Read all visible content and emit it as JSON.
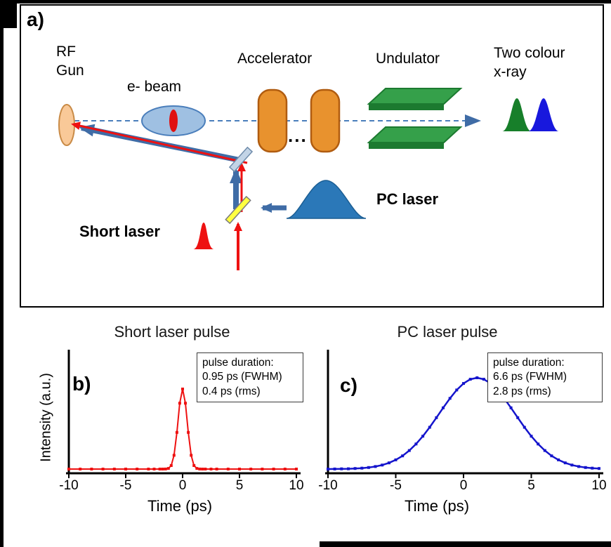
{
  "colors": {
    "arrow_blue": "#3f6ca6",
    "beam_dash_blue": "#4a7ebb",
    "accelerator_orange": "#e8922e",
    "rf_gun_peach": "#f9c998",
    "ebeam_fill": "#9fc0e2",
    "undulator_green": "#35a04a",
    "xray_green": "#177f2a",
    "xray_blue": "#1818dd",
    "laser_red": "#ee1111",
    "pc_laser_blue": "#2b78b8",
    "mirror_yellow": "#ffff40",
    "mirror_gray_blue": "#c3d4e6"
  },
  "panel_a": {
    "label": "a)",
    "rf_gun": "RF\nGun",
    "ebeam": "e- beam",
    "accelerator": "Accelerator",
    "dots": "...",
    "undulator": "Undulator",
    "xray": "Two colour\nx-ray",
    "pc_laser": "PC laser",
    "short_laser": "Short laser"
  },
  "panel_b": {
    "label": "b)",
    "title": "Short laser pulse",
    "ylabel": "Intensity (a.u.)",
    "xlabel": "Time (ps)",
    "annotation": "pulse duration:\n0.95 ps (FWHM)\n0.4 ps (rms)"
  },
  "panel_c": {
    "label": "c)",
    "title": "PC laser pulse",
    "xlabel": "Time (ps)",
    "annotation": "pulse duration:\n6.6 ps (FWHM)\n2.8 ps (rms)"
  },
  "chart_data": [
    {
      "id": "short",
      "type": "line",
      "title": "Short laser pulse",
      "xlabel": "Time (ps)",
      "ylabel": "Intensity (a.u.)",
      "xlim": [
        -10,
        10
      ],
      "ylim": [
        0,
        1
      ],
      "xticks": [
        -10,
        -5,
        0,
        5,
        10
      ],
      "grid": false,
      "legend": "none",
      "color": "#ee1111",
      "marker": "square",
      "pulse": {
        "center_ps": 0,
        "fwhm_ps": 0.95,
        "rms_ps": 0.4
      },
      "x": [
        -10,
        -9,
        -8,
        -7,
        -6,
        -5,
        -4,
        -3,
        -2.5,
        -2,
        -1.75,
        -1.5,
        -1.25,
        -1,
        -0.75,
        -0.5,
        -0.25,
        0,
        0.25,
        0.5,
        0.75,
        1,
        1.25,
        1.5,
        1.75,
        2,
        2.5,
        3,
        4,
        5,
        6,
        7,
        8,
        9,
        10
      ],
      "y": [
        0,
        0,
        0,
        0,
        0,
        0,
        0,
        0,
        0,
        0,
        0,
        0.001,
        0.008,
        0.044,
        0.172,
        0.458,
        0.823,
        1,
        0.823,
        0.458,
        0.172,
        0.044,
        0.008,
        0.001,
        0,
        0,
        0,
        0,
        0,
        0,
        0,
        0,
        0,
        0,
        0
      ]
    },
    {
      "id": "pc",
      "type": "line",
      "title": "PC laser pulse",
      "xlabel": "Time (ps)",
      "ylabel": "Intensity (a.u.)",
      "xlim": [
        -10,
        10
      ],
      "ylim": [
        0,
        1
      ],
      "xticks": [
        -10,
        -5,
        0,
        5,
        10
      ],
      "grid": false,
      "legend": "none",
      "color": "#1414cc",
      "marker": "square",
      "pulse": {
        "center_ps": 1,
        "fwhm_ps": 6.6,
        "rms_ps": 2.8
      },
      "x": [
        -10,
        -9.5,
        -9,
        -8.5,
        -8,
        -7.5,
        -7,
        -6.5,
        -6,
        -5.5,
        -5,
        -4.5,
        -4,
        -3.5,
        -3,
        -2.5,
        -2,
        -1.5,
        -1,
        -0.5,
        0,
        0.5,
        1,
        1.5,
        2,
        2.5,
        3,
        3.5,
        4,
        4.5,
        5,
        5.5,
        6,
        6.5,
        7,
        7.5,
        8,
        8.5,
        9,
        9.5,
        10
      ],
      "y": [
        0,
        0.001,
        0.002,
        0.003,
        0.006,
        0.01,
        0.017,
        0.028,
        0.044,
        0.068,
        0.101,
        0.145,
        0.203,
        0.275,
        0.36,
        0.458,
        0.563,
        0.671,
        0.775,
        0.866,
        0.938,
        0.984,
        1,
        0.984,
        0.938,
        0.866,
        0.775,
        0.671,
        0.563,
        0.458,
        0.36,
        0.275,
        0.203,
        0.145,
        0.101,
        0.068,
        0.044,
        0.028,
        0.017,
        0.01,
        0.006
      ]
    }
  ]
}
